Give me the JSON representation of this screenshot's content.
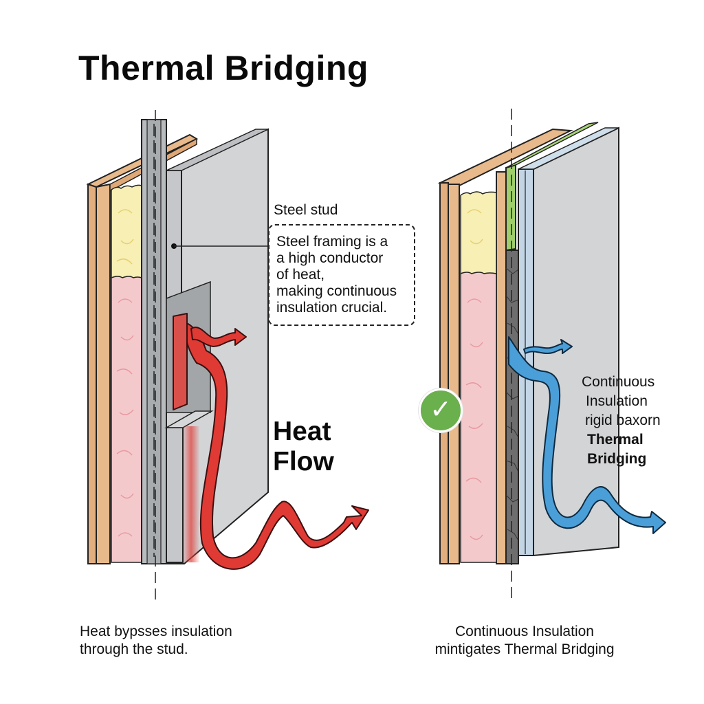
{
  "title": "Thermal Bridging",
  "left_panel": {
    "stud_label": "Steel stud",
    "callout_text": "Steel framing is a\na high conductor\nof heat,\nmaking continuous\ninsulation crucial.",
    "heat_flow_line1": "Heat",
    "heat_flow_line2": "Flow",
    "caption_line1": "Heat bypsses insulation",
    "caption_line2": "through the stud.",
    "arrow_color": "#e03a34"
  },
  "right_panel": {
    "side_label_lines": [
      "Continuous",
      "Insulation",
      "rigid baxorn",
      "Thermal",
      "Bridging"
    ],
    "caption_line1": "Continuous Insulation",
    "caption_line2": "mintigates Thermal Bridging",
    "check_icon": "✓",
    "check_color": "#6ab04c",
    "arrow_color": "#4a9fd8"
  },
  "materials": {
    "wood": "#e8b98a",
    "fiberglass_yellow": "#f7efb4",
    "fiberglass_pink": "#f4c9cc",
    "steel": "#b9bcbf",
    "drywall": "#cfd0d2",
    "rigid_board_green": "#9fce6a",
    "sheathing_blue": "#c4d6e6",
    "rigid_foam_dark": "#6e6e6e"
  }
}
